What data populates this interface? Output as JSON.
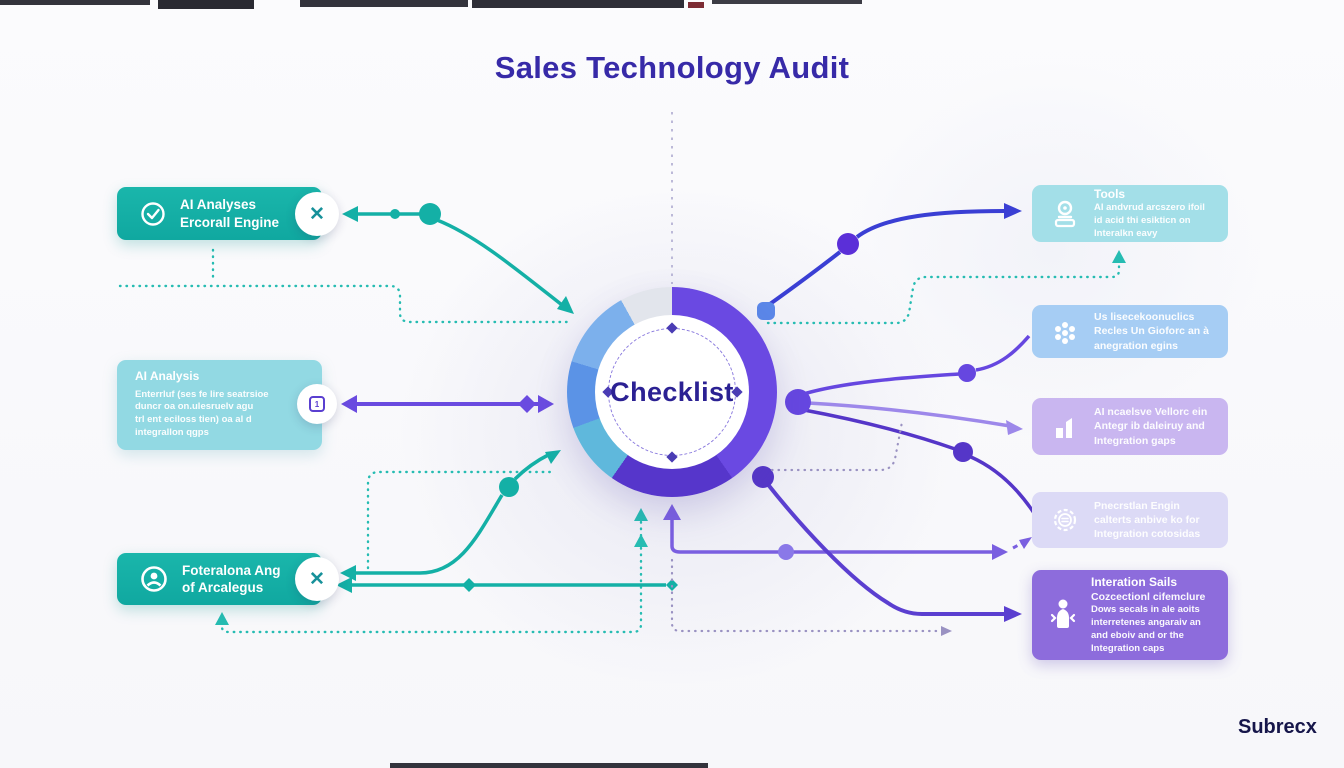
{
  "title": "Sales Technology Audit",
  "center": {
    "label": "Checklist"
  },
  "brand": {
    "label": "Subrecx"
  },
  "left_boxes": [
    {
      "icon": "shield-check-icon",
      "heading": "AI Analyses",
      "subheading": "Ercorall Engine",
      "badge": "✕"
    },
    {
      "icon": "square-one-icon",
      "heading": "AI Analysis",
      "body": [
        "Enterrluf (ses fe lire seatrsioe",
        "duncr oa on.ulesruelv agu",
        "trl ent eciloss tien) oa al d",
        "integrallon qgps"
      ],
      "badge": "1"
    },
    {
      "icon": "person-circle-icon",
      "heading": "Foteralona Ang",
      "subheading": "of Arcalegus",
      "badge": "✕"
    }
  ],
  "right_boxes": [
    {
      "icon": "device-person-icon",
      "heading": "Tools",
      "body": [
        "AI andvrud arcszero ifoil",
        "id acid thi esikticn on",
        "Interalkn eavy"
      ]
    },
    {
      "icon": "cluster-dots-icon",
      "body": [
        "Us lisecekoonuclics",
        "Recles Un Gioforc an à",
        "anegration egins"
      ]
    },
    {
      "icon": "bar-chart-icon",
      "body": [
        "AI ncaelsve Vellorc ein",
        "Antegr ib daleiruy and",
        "Integration gaps"
      ]
    },
    {
      "icon": "seal-gear-icon",
      "body": [
        "Pnecrstlan Engin",
        "calterts anbive ko for",
        "Integration cotosidas"
      ]
    },
    {
      "icon": "person-connect-icon",
      "heading": "Interation Sails",
      "subheading": "Cozcectionl cifemclure",
      "body": [
        "Dows secals in ale aoits",
        "interretenes angaraiv an",
        "and eboiv and or the",
        "Integration caps"
      ]
    }
  ],
  "colors": {
    "title": "#372aa8",
    "teal": "#14b0a6",
    "teal_light": "#92d9e3",
    "violet": "#6a49e2",
    "violet_deep": "#5536c8",
    "blue": "#3a3fd4",
    "lavender": "#c9b6f0",
    "lavender_pale": "#dcdaf6",
    "purple_box": "#8d6cdc",
    "blue_box": "#a6cdf4",
    "cyan_box": "#a3dfe8",
    "gray_dot": "#9a92c2"
  }
}
